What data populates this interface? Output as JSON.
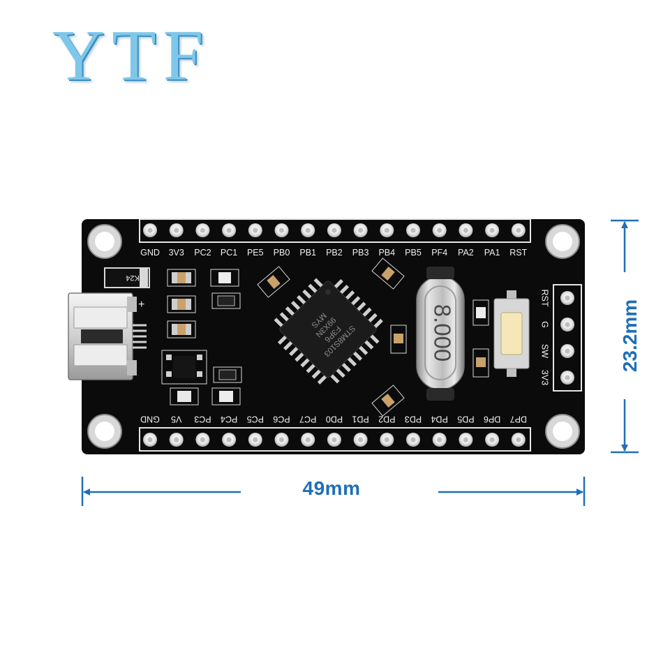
{
  "brand": {
    "logo_text": "YTF"
  },
  "dimensions": {
    "width_label": "49mm",
    "height_label": "23.2mm"
  },
  "board": {
    "top_pins": [
      "GND",
      "3V3",
      "PC2",
      "PC1",
      "PE5",
      "PB0",
      "PB1",
      "PB2",
      "PB3",
      "PB4",
      "PB5",
      "PF4",
      "PA2",
      "PA1",
      "RST"
    ],
    "bottom_pins": [
      "GND",
      "V5",
      "PC3",
      "PC4",
      "PC5",
      "PC6",
      "PC7",
      "PD0",
      "PD1",
      "PD2",
      "PD3",
      "PD4",
      "PD5",
      "DP6",
      "DP7"
    ],
    "side_pins": [
      "RST",
      "G",
      "SW",
      "3V3"
    ],
    "chip_text": [
      "STM8S103",
      "F3P6",
      "99X3N",
      "MYS"
    ],
    "crystal_text": "8.000",
    "diode_text": "K24",
    "plus_sign": "+"
  },
  "colors": {
    "pcb": "#0b0b0b",
    "dimension": "#1f6fb5",
    "logo": "#7fc7e8",
    "silkscreen": "#f2f2f2"
  },
  "icons": [
    "micro-usb-connector",
    "reset-button",
    "crystal",
    "mcu-chip"
  ]
}
